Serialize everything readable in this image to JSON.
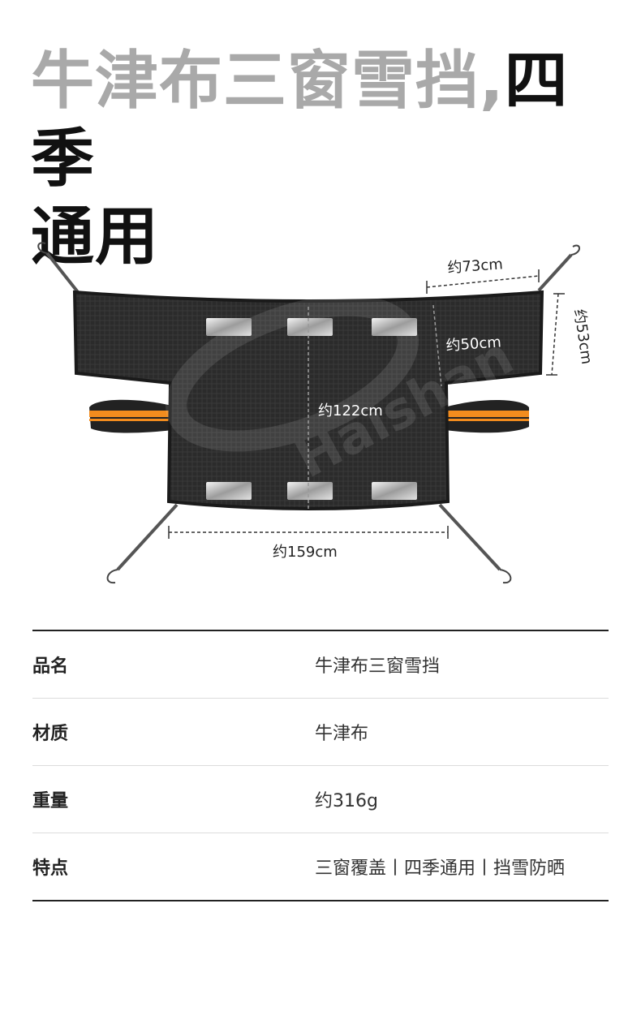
{
  "headline": {
    "line1_grey": "牛津布三窗雪挡,",
    "line1_dark": "四季",
    "line2": "通用"
  },
  "dimensions": {
    "top_width": "约73cm",
    "side_height": "约53cm",
    "wing_height": "约50cm",
    "center_height": "约122cm",
    "bottom_width": "约159cm"
  },
  "watermark": "Haishan",
  "specs": [
    {
      "key": "品名",
      "value": "牛津布三窗雪挡"
    },
    {
      "key": "材质",
      "value": "牛津布"
    },
    {
      "key": "重量",
      "value": "约316g"
    },
    {
      "key": "特点",
      "value": "三窗覆盖丨四季通用丨挡雪防晒"
    }
  ],
  "colors": {
    "headline_grey": "#a9a9a9",
    "cover_dark": "#2a2a2a",
    "strip_orange": "#f28c1e"
  }
}
